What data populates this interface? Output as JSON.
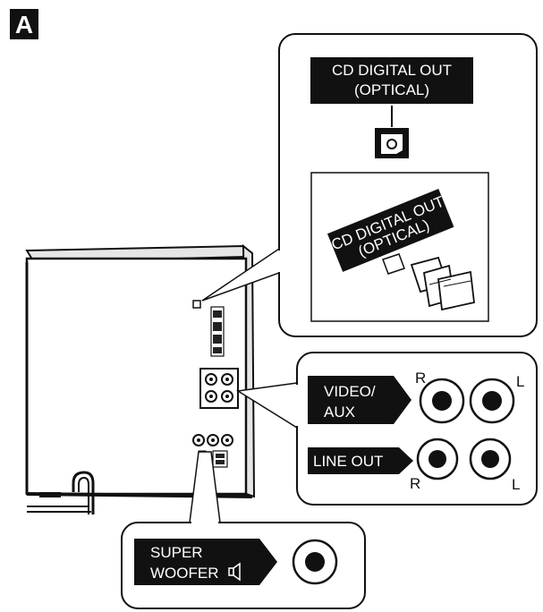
{
  "figure_letter": "A",
  "optical": {
    "label_line1": "CD DIGITAL OUT",
    "label_line2": "(OPTICAL)",
    "inset_label_line1": "CD DIGITAL OUT",
    "inset_label_line2": "(OPTICAL)"
  },
  "video_aux": {
    "label_line1": "VIDEO/",
    "label_line2": "AUX",
    "right_channel": "R",
    "left_channel": "L"
  },
  "line_out": {
    "label": "LINE OUT",
    "right_channel": "R",
    "left_channel": "L"
  },
  "super_woofer": {
    "label_line1": "SUPER",
    "label_line2": "WOOFER",
    "speaker_icon": "speaker-icon"
  }
}
